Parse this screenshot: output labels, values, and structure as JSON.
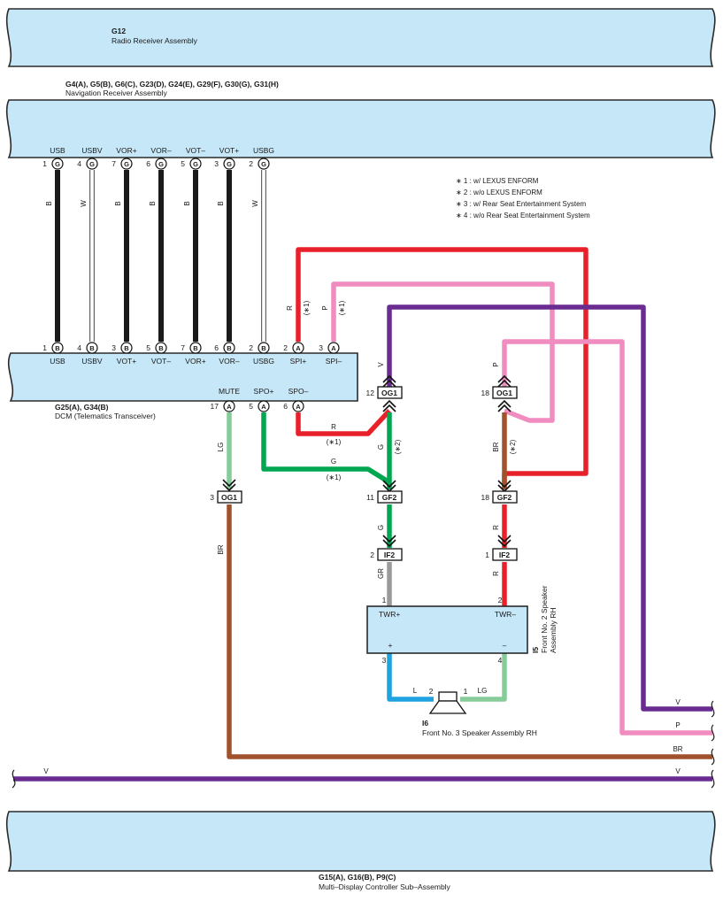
{
  "components": {
    "radio": {
      "code": "G12",
      "name": "Radio Receiver Assembly"
    },
    "nav": {
      "code": "G4(A), G5(B), G6(C), G23(D), G24(E), G29(F), G30(G), G31(H)",
      "name": "Navigation Receiver Assembly"
    },
    "dcm": {
      "code": "G25(A), G34(B)",
      "name": "DCM (Telematics Transceiver)"
    },
    "spk2": {
      "code": "I5",
      "name_line1": "Front No. 2 Speaker",
      "name_line2": "Assembly RH"
    },
    "spk3": {
      "code": "I6",
      "name": "Front No.  3 Speaker Assembly RH"
    },
    "mdc": {
      "code": "G15(A), G16(B), P9(C)",
      "name": "Multi–Display Controller Sub–Assembly"
    }
  },
  "notes": [
    "∗ 1 : w/ LEXUS ENFORM",
    "∗ 2 : w/o LEXUS ENFORM",
    "∗ 3 : w/ Rear Seat Entertainment System",
    "∗ 4 : w/o Rear Seat Entertainment System"
  ],
  "nav_pins": [
    {
      "label": "USB",
      "num": "1",
      "conn": "G"
    },
    {
      "label": "USBV",
      "num": "4",
      "conn": "G"
    },
    {
      "label": "VOR+",
      "num": "7",
      "conn": "G"
    },
    {
      "label": "VOR–",
      "num": "6",
      "conn": "G"
    },
    {
      "label": "VOT–",
      "num": "5",
      "conn": "G"
    },
    {
      "label": "VOT+",
      "num": "3",
      "conn": "G"
    },
    {
      "label": "USBG",
      "num": "2",
      "conn": "G"
    }
  ],
  "dcm_top_pins": [
    {
      "label": "USB",
      "num": "1",
      "conn": "B"
    },
    {
      "label": "USBV",
      "num": "4",
      "conn": "B"
    },
    {
      "label": "VOT+",
      "num": "3",
      "conn": "B"
    },
    {
      "label": "VOT–",
      "num": "5",
      "conn": "B"
    },
    {
      "label": "VOR+",
      "num": "7",
      "conn": "B"
    },
    {
      "label": "VOR–",
      "num": "6",
      "conn": "B"
    },
    {
      "label": "USBG",
      "num": "2",
      "conn": "B"
    },
    {
      "label": "SPI+",
      "num": "2",
      "conn": "A"
    },
    {
      "label": "SPI–",
      "num": "3",
      "conn": "A"
    }
  ],
  "dcm_bottom_pins": [
    {
      "label": "MUTE",
      "num": "17",
      "conn": "A"
    },
    {
      "label": "SPO+",
      "num": "5",
      "conn": "A"
    },
    {
      "label": "SPO–",
      "num": "6",
      "conn": "A"
    }
  ],
  "wire_colors": [
    "B",
    "W",
    "B",
    "B",
    "B",
    "B",
    "W"
  ],
  "wire_labels": {
    "spi_plus": "R",
    "spi_plus_note": "(∗1)",
    "spi_minus": "P",
    "spi_minus_note": "(∗1)",
    "mute": "LG",
    "mute_down": "BR",
    "spo_minus": "R",
    "spo_minus_note": "(∗1)",
    "spo_plus": "G",
    "spo_plus_note": "(∗1)",
    "og1_12_top": "V",
    "og1_12_bottom": "G",
    "og1_12_note": "(∗2)",
    "og1_18_top": "P",
    "og1_18_bottom": "BR",
    "og1_18_note": "(∗2)",
    "gf2_11_down": "G",
    "if2_2_down": "GR",
    "gf2_18_down": "R",
    "if2_1_down": "R",
    "spk_left": "L",
    "spk_right": "LG",
    "right_v": "V",
    "right_p": "P",
    "right_br": "BR",
    "bus_v_left": "V",
    "bus_v_right": "V"
  },
  "connectors": {
    "og1_mute": {
      "name": "OG1",
      "pin": "3"
    },
    "og1_a": {
      "name": "OG1",
      "pin": "12"
    },
    "og1_b": {
      "name": "OG1",
      "pin": "18"
    },
    "gf2_a": {
      "name": "GF2",
      "pin": "11"
    },
    "gf2_b": {
      "name": "GF2",
      "pin": "18"
    },
    "if2_a": {
      "name": "IF2",
      "pin": "2"
    },
    "if2_b": {
      "name": "IF2",
      "pin": "1"
    }
  },
  "speaker_pins": {
    "twr_plus": "TWR+",
    "twr_minus": "TWR–",
    "plus": "+",
    "minus": "–",
    "p1": "1",
    "p2": "2",
    "p3": "3",
    "p4": "4",
    "s2": "2",
    "s1": "1"
  },
  "colors": {
    "black": "#1a1a1a",
    "red": "#e8202a",
    "pink": "#f08cc0",
    "purple": "#6a2c91",
    "green": "#00a650",
    "light_green": "#86cc98",
    "brown": "#a0522d",
    "gray": "#9a9a9a",
    "blue": "#1fa3e0",
    "block_fill": "#c6e7f8"
  }
}
